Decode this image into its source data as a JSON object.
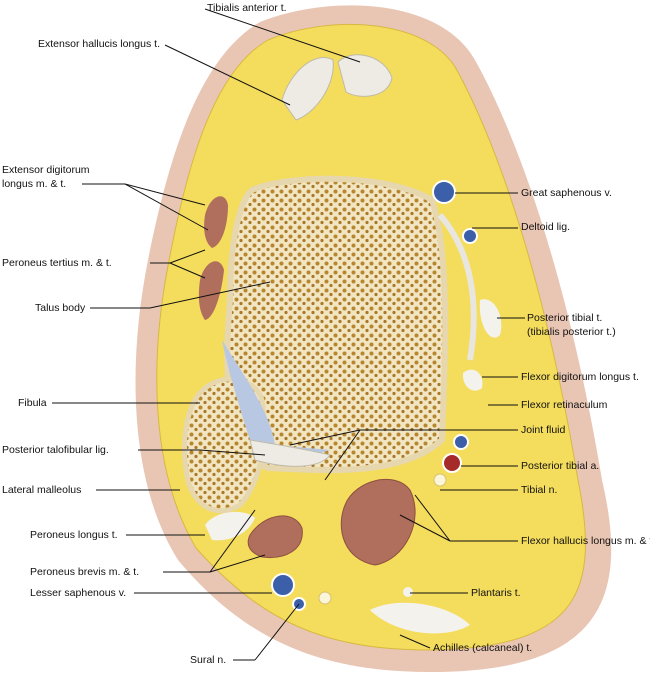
{
  "labels": {
    "tibialis_anterior": "Tibialis anterior t.",
    "extensor_hallucis": "Extensor hallucis longus t.",
    "extensor_digitorum_1": "Extensor digitorum",
    "extensor_digitorum_2": "longus m. & t.",
    "great_saphenous": "Great saphenous v.",
    "deltoid": "Deltoid lig.",
    "peroneus_tertius": "Peroneus tertius m. & t.",
    "talus_body": "Talus body",
    "posterior_tibial_t_1": "Posterior tibial t.",
    "posterior_tibial_t_2": "(tibialis posterior t.)",
    "flexor_digitorum": "Flexor digitorum longus t.",
    "fibula": "Fibula",
    "flexor_retinaculum": "Flexor retinaculum",
    "joint_fluid": "Joint fluid",
    "posterior_talofibular": "Posterior talofibular lig.",
    "posterior_tibial_a": "Posterior tibial a.",
    "tibial_n": "Tibial n.",
    "lateral_malleolus": "Lateral malleolus",
    "peroneus_longus": "Peroneus longus t.",
    "flexor_hallucis": "Flexor hallucis longus m. & t.",
    "peroneus_brevis": "Peroneus brevis m. & t.",
    "lesser_saphenous": "Lesser saphenous v.",
    "plantaris": "Plantaris t.",
    "achilles": "Achilles (calcaneal) t.",
    "sural": "Sural n."
  },
  "colors": {
    "skin": "#E9C6B4",
    "fat": "#F4DC5C",
    "bone": "#F1E5C2",
    "trabecula": "#B8862E",
    "muscle": "#B06E5C",
    "vein": "#3B5FA8",
    "artery": "#A52A2A",
    "tendon": "#F4F2EC",
    "fluid": "#B9C8E2"
  }
}
